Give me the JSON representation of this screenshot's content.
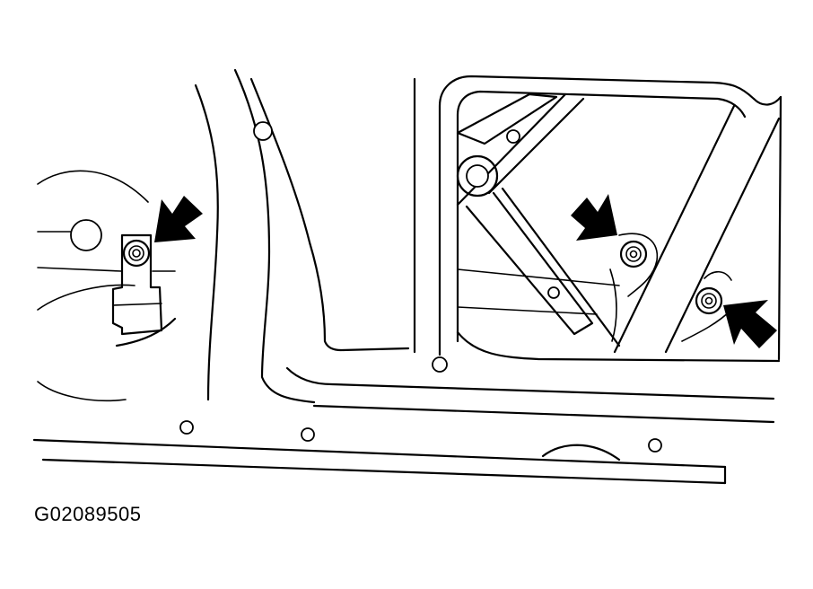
{
  "figure_id": "G02089505",
  "colors": {
    "line": "#000000",
    "background": "#ffffff"
  },
  "callouts": [
    {
      "name": "fastener-arrow-left",
      "points_to": "left-bolt"
    },
    {
      "name": "fastener-arrow-center",
      "points_to": "center-bolt"
    },
    {
      "name": "fastener-arrow-right",
      "points_to": "right-bolt"
    }
  ]
}
